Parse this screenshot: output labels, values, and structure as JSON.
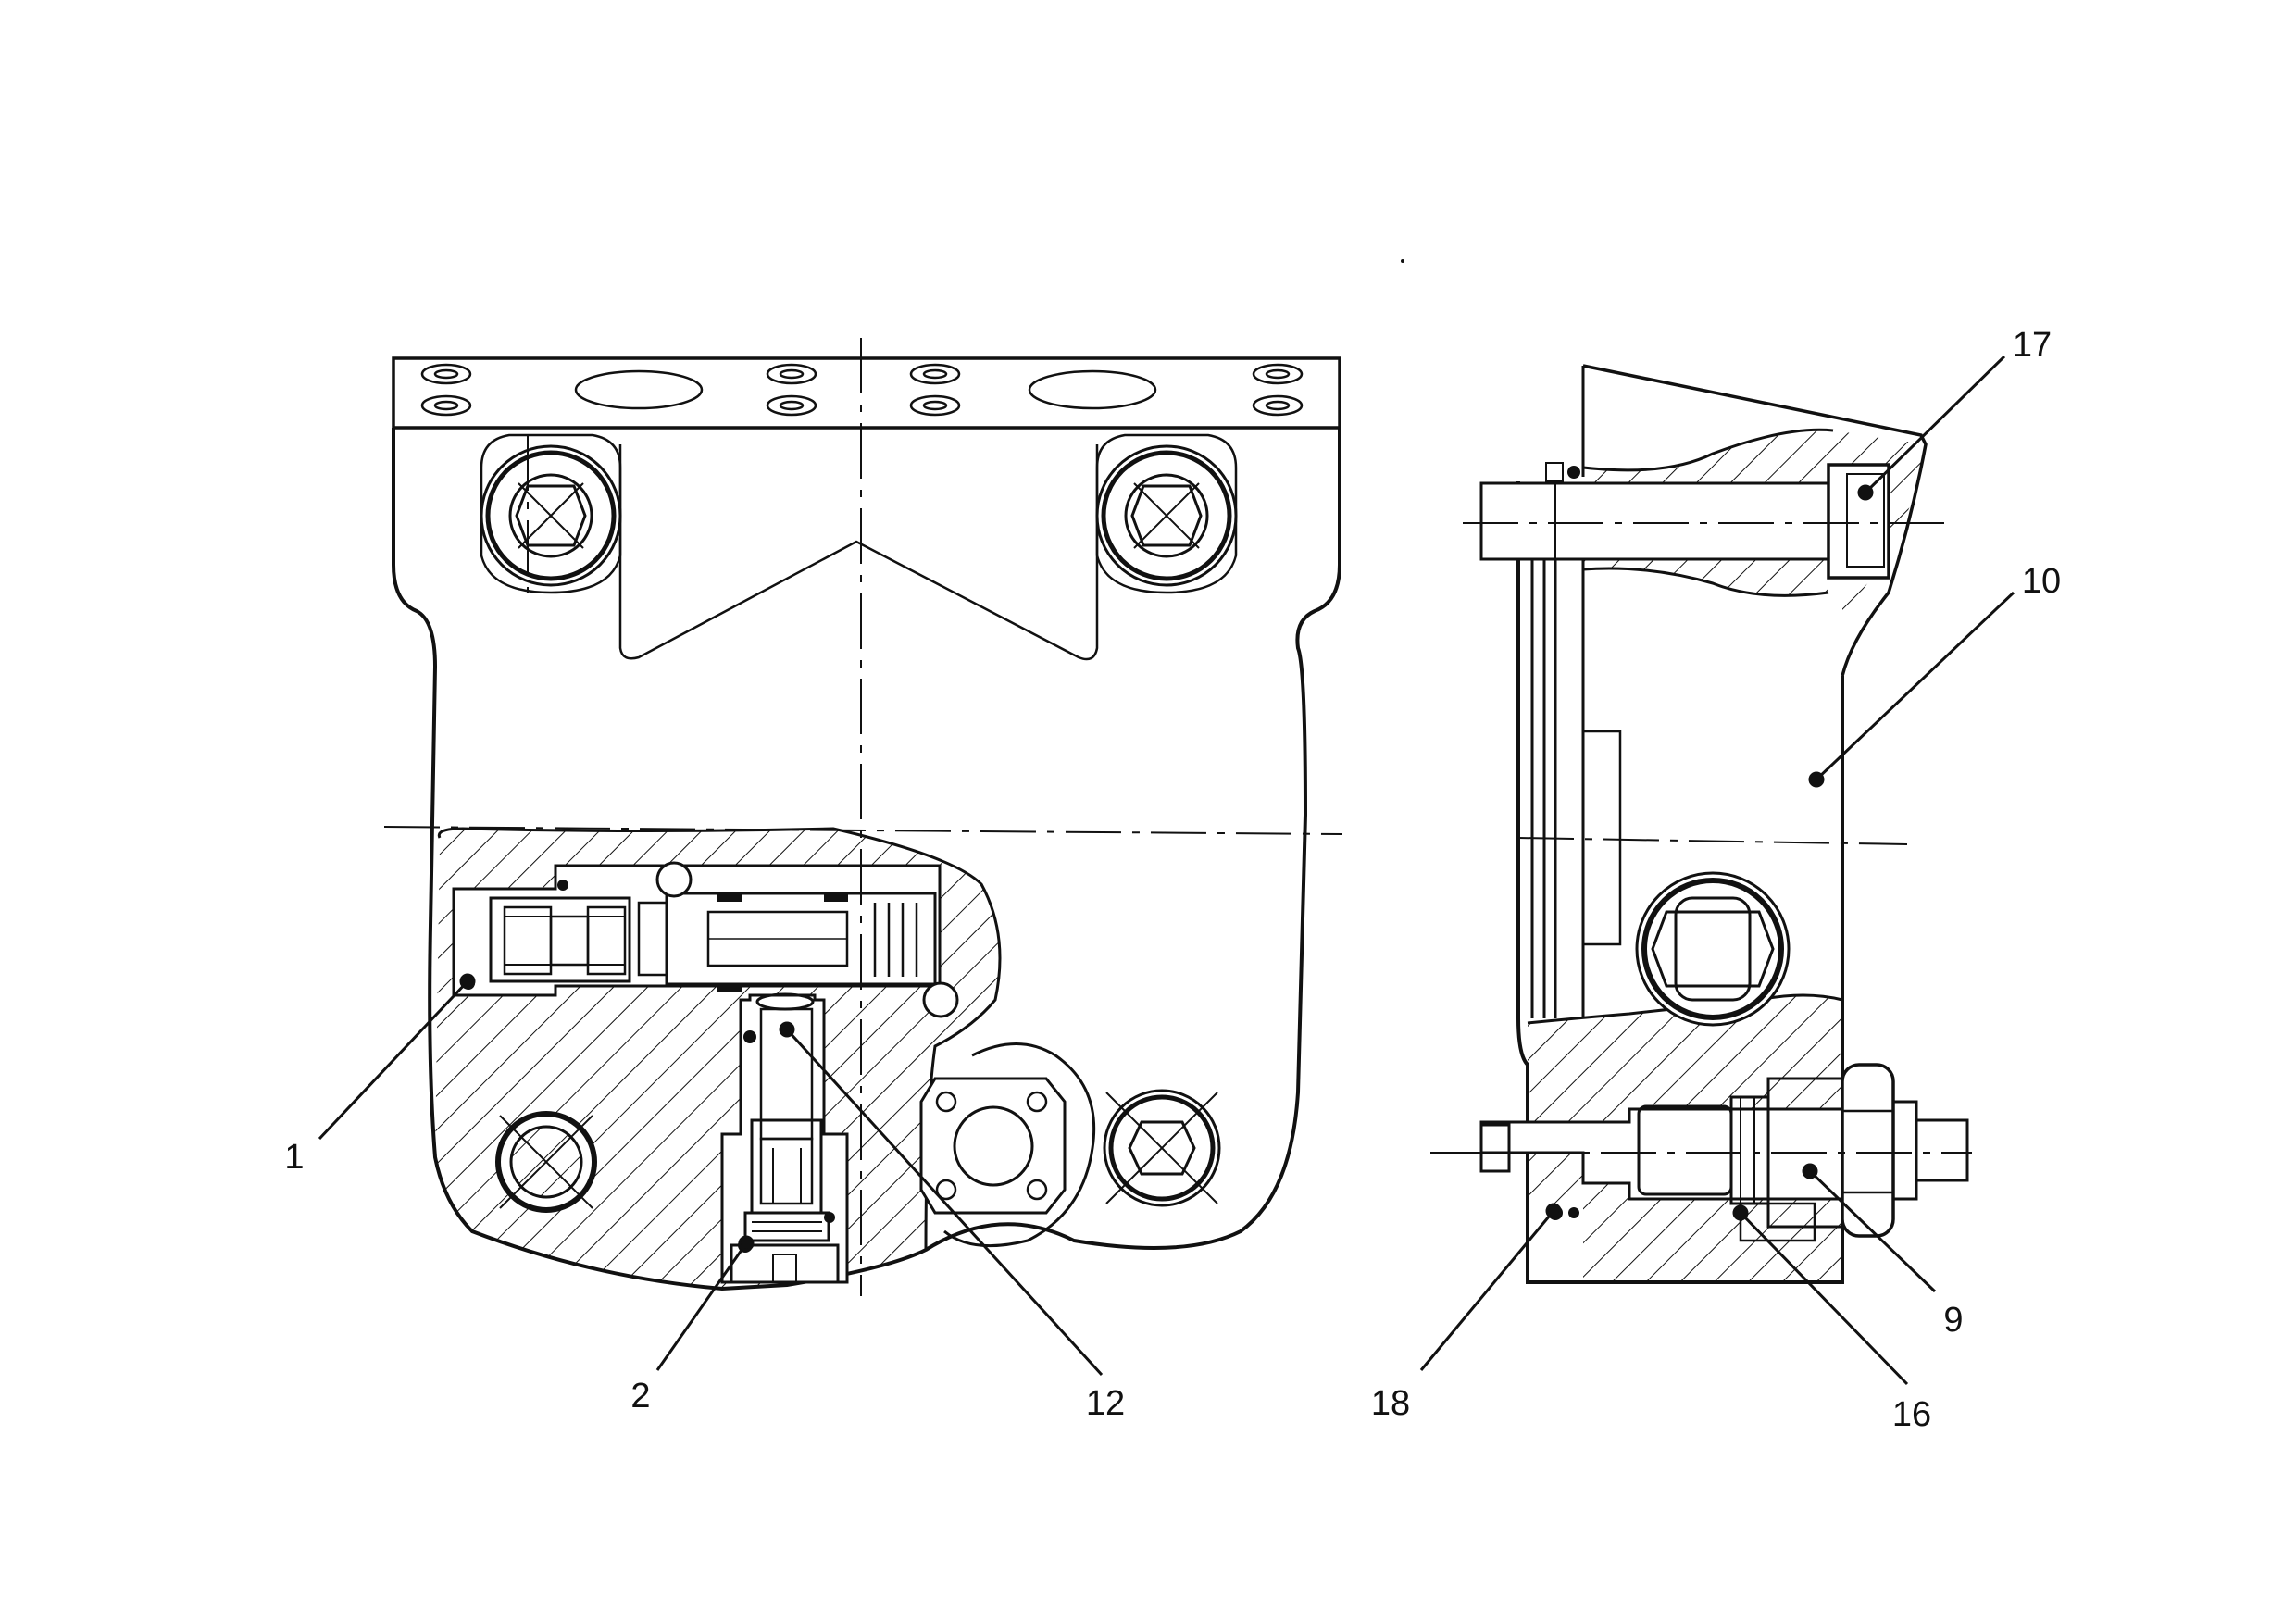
{
  "drawing": {
    "callouts": [
      {
        "id": "c1",
        "label": "1"
      },
      {
        "id": "c2",
        "label": "2"
      },
      {
        "id": "c12",
        "label": "12"
      },
      {
        "id": "c17",
        "label": "17"
      },
      {
        "id": "c10",
        "label": "10"
      },
      {
        "id": "c9",
        "label": "9"
      },
      {
        "id": "c16",
        "label": "16"
      },
      {
        "id": "c18",
        "label": "18"
      }
    ]
  },
  "colors": {
    "ink": "#111111",
    "paper": "#ffffff"
  }
}
